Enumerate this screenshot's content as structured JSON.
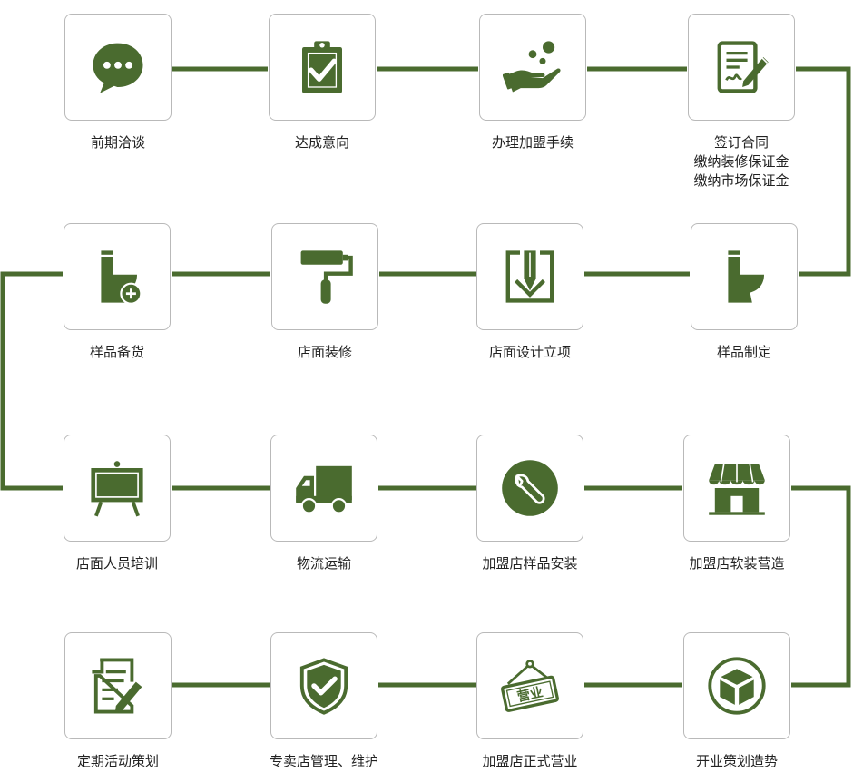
{
  "theme": {
    "accent": "#4a6b2f",
    "border": "#b9b9b9",
    "text": "#222222"
  },
  "steps": [
    {
      "icon": "chat-bubble-icon",
      "label": "前期洽谈"
    },
    {
      "icon": "clipboard-check-icon",
      "label": "达成意向"
    },
    {
      "icon": "hand-coins-icon",
      "label": "办理加盟手续"
    },
    {
      "icon": "contract-sign-icon",
      "label": "签订合同",
      "label2": "缴纳装修保证金",
      "label3": "缴纳市场保证金"
    },
    {
      "icon": "toilet-add-icon",
      "label": "样品备货"
    },
    {
      "icon": "paint-roller-icon",
      "label": "店面装修"
    },
    {
      "icon": "design-pen-icon",
      "label": "店面设计立项"
    },
    {
      "icon": "toilet-icon",
      "label": "样品制定"
    },
    {
      "icon": "easel-board-icon",
      "label": "店面人员培训"
    },
    {
      "icon": "delivery-truck-icon",
      "label": "物流运输"
    },
    {
      "icon": "wrench-icon",
      "label": "加盟店样品安装"
    },
    {
      "icon": "storefront-icon",
      "label": "加盟店软装营造"
    },
    {
      "icon": "document-edit-icon",
      "label": "定期活动策划"
    },
    {
      "icon": "shield-check-icon",
      "label": "专卖店管理、维护"
    },
    {
      "icon": "open-sign-icon",
      "label": "加盟店正式营业",
      "sign_text": "营业"
    },
    {
      "icon": "cube-icon",
      "label": "开业策划造势"
    }
  ]
}
